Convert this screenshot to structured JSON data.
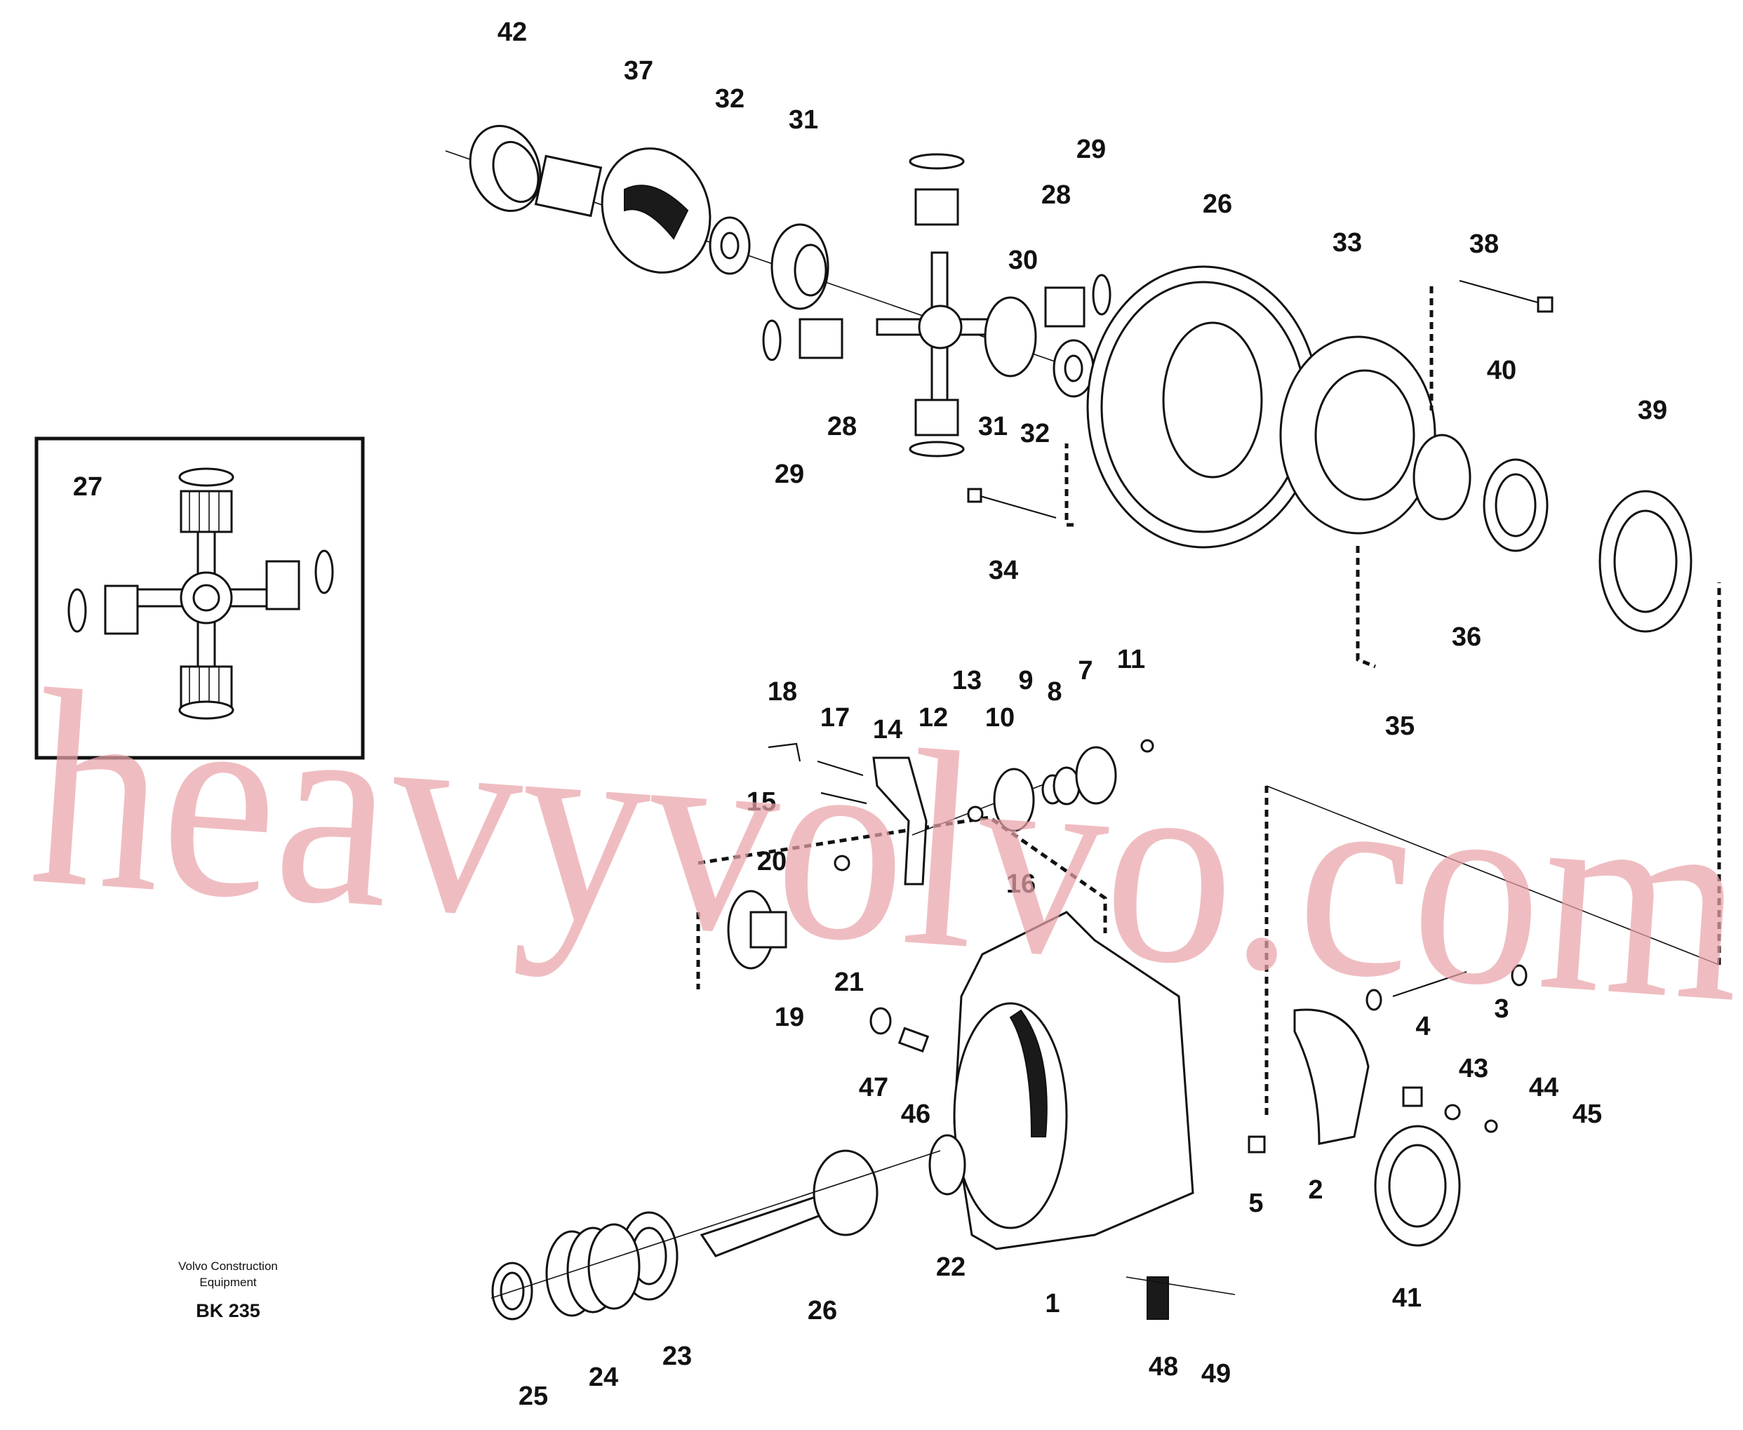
{
  "diagram": {
    "type": "exploded-parts-diagram",
    "footer": {
      "maker_line1": "Volvo Construction",
      "maker_line2": "Equipment",
      "code": "BK 235"
    },
    "inset_callout": "27",
    "watermark": "heavyvolvo.com",
    "callouts": [
      "42",
      "37",
      "32",
      "31",
      "29",
      "28",
      "30",
      "26",
      "33",
      "38",
      "31",
      "32",
      "28",
      "29",
      "34",
      "40",
      "39",
      "36",
      "35",
      "18",
      "17",
      "14",
      "12",
      "13",
      "10",
      "9",
      "8",
      "7",
      "11",
      "15",
      "20",
      "16",
      "19",
      "21",
      "47",
      "46",
      "3",
      "4",
      "43",
      "44",
      "45",
      "5",
      "2",
      "22",
      "1",
      "41",
      "25",
      "24",
      "23",
      "26",
      "48",
      "49"
    ]
  }
}
